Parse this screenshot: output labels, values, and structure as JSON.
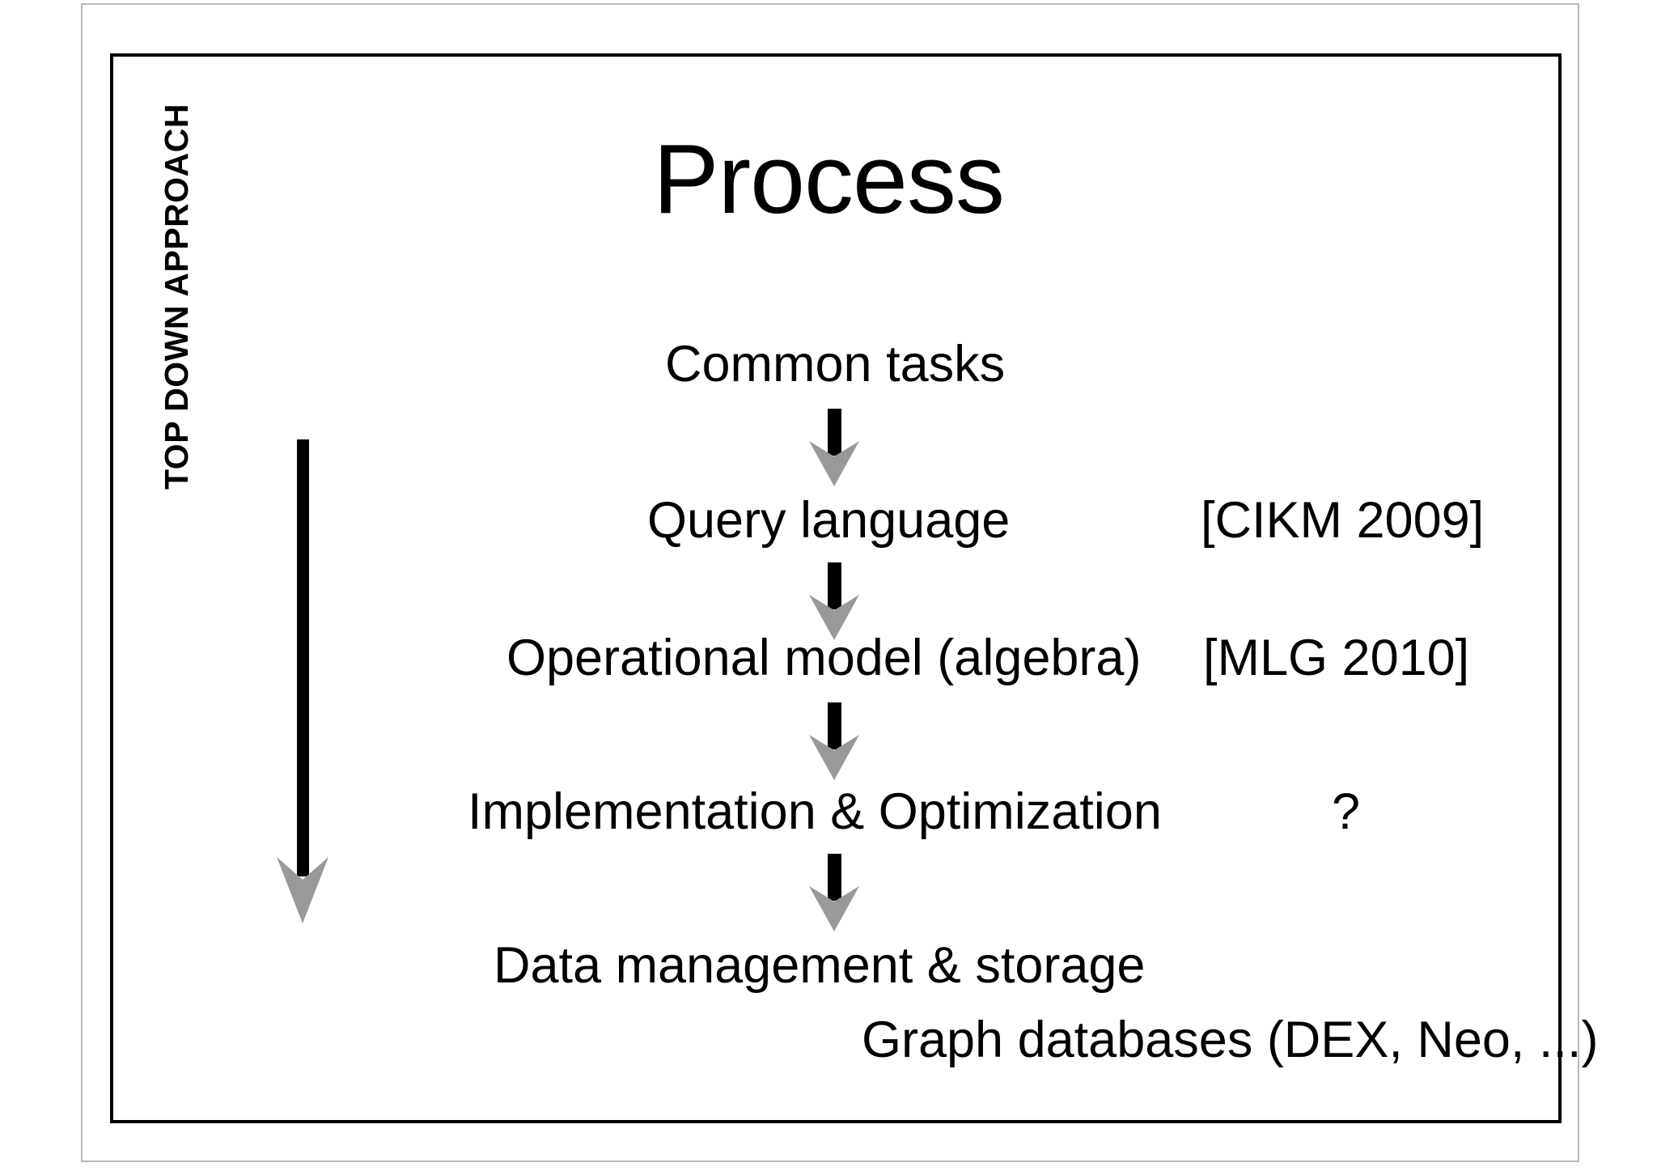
{
  "slide": {
    "title": "Process",
    "side_label": "TOP DOWN APPROACH",
    "colors": {
      "text": "#000000",
      "arrow_shaft": "#000000",
      "arrow_head": "#999999",
      "inner_border": "#000000",
      "outer_border": "#b9b9b9",
      "background": "#ffffff"
    },
    "flow": [
      {
        "label": "Common tasks",
        "citation": ""
      },
      {
        "label": "Query language",
        "citation": "[CIKM 2009]"
      },
      {
        "label": "Operational model (algebra)",
        "citation": "[MLG 2010]"
      },
      {
        "label": "Implementation & Optimization",
        "citation": "?"
      },
      {
        "label": "Data management & storage",
        "citation": ""
      }
    ],
    "footnote": "Graph databases (DEX, Neo, ...)",
    "icons": {
      "side_arrow": "long-down-arrow-icon",
      "connector_arrow": "down-arrow-icon"
    }
  }
}
